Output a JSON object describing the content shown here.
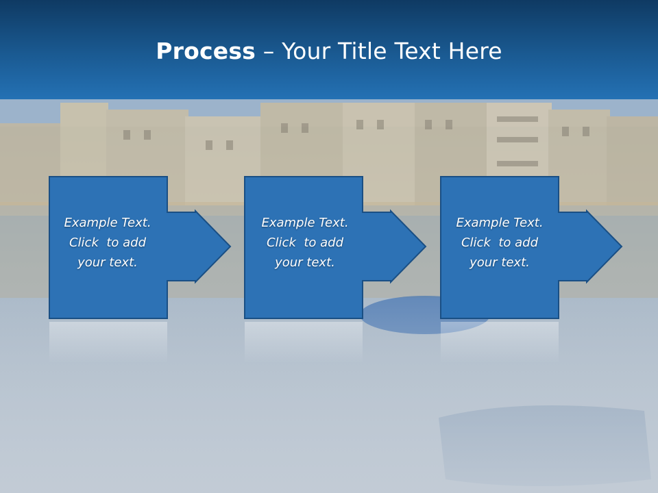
{
  "slide": {
    "title_bold": "Process",
    "title_rest": " – Your Title Text Here"
  },
  "steps": [
    {
      "line1": "Example Text.",
      "line2": "Click  to add",
      "line3": "your text."
    },
    {
      "line1": "Example Text.",
      "line2": "Click  to add",
      "line3": "your text."
    },
    {
      "line1": "Example Text.",
      "line2": "Click  to add",
      "line3": "your text."
    }
  ],
  "colors": {
    "header": "#1a5a92",
    "box_fill": "#2d72b5",
    "box_border": "#1a4f84",
    "text": "#ffffff"
  },
  "background": {
    "icon": "harbor-photo"
  }
}
